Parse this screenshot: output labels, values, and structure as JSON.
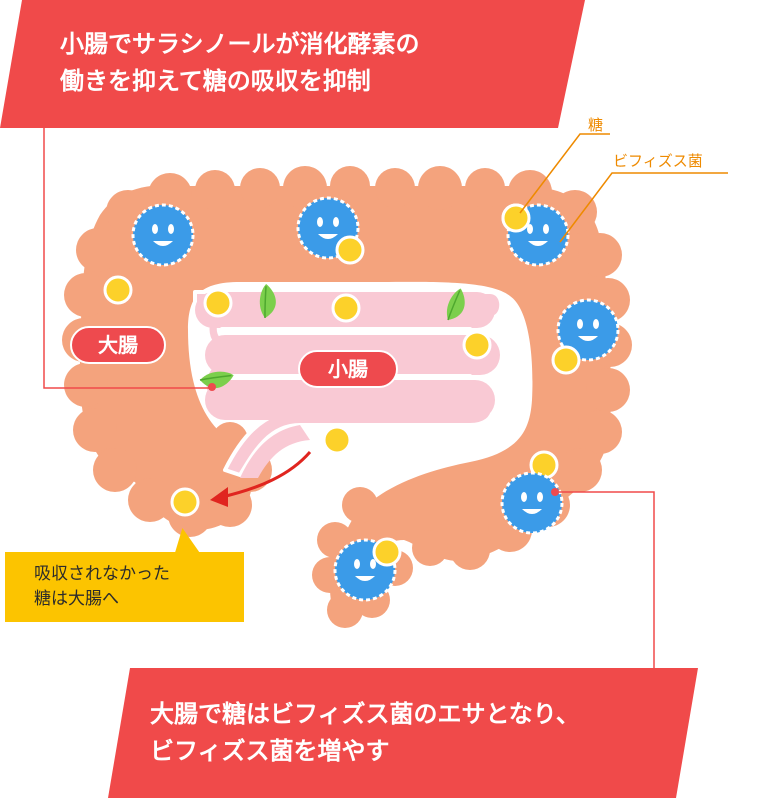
{
  "captions": {
    "top_line1": "小腸でサラシノールが消化酵素の",
    "top_line2": "働きを抑えて糖の吸収を抑制",
    "bottom_line1": "大腸で糖はビフィズス菌のエサとなり、",
    "bottom_line2": "ビフィズス菌を増やす",
    "callout_line1": "吸収されなかった",
    "callout_line2": "糖は大腸へ"
  },
  "labels": {
    "large_intestine": "大腸",
    "small_intestine": "小腸",
    "sugar": "糖",
    "bifidobacteria": "ビフィズス菌"
  },
  "icons": [
    "bifidobacteria-icon",
    "sugar-icon",
    "leaf-icon",
    "arrow-icon"
  ],
  "colors": {
    "banner": "#f04a4a",
    "large_intestine": "#f4a37d",
    "small_intestine": "#f9c9d4",
    "bacteria": "#3b9be8",
    "sugar": "#fcd12a",
    "callout": "#fcc400",
    "label_orange": "#ee8a00",
    "pill": "#ee4a4e"
  }
}
